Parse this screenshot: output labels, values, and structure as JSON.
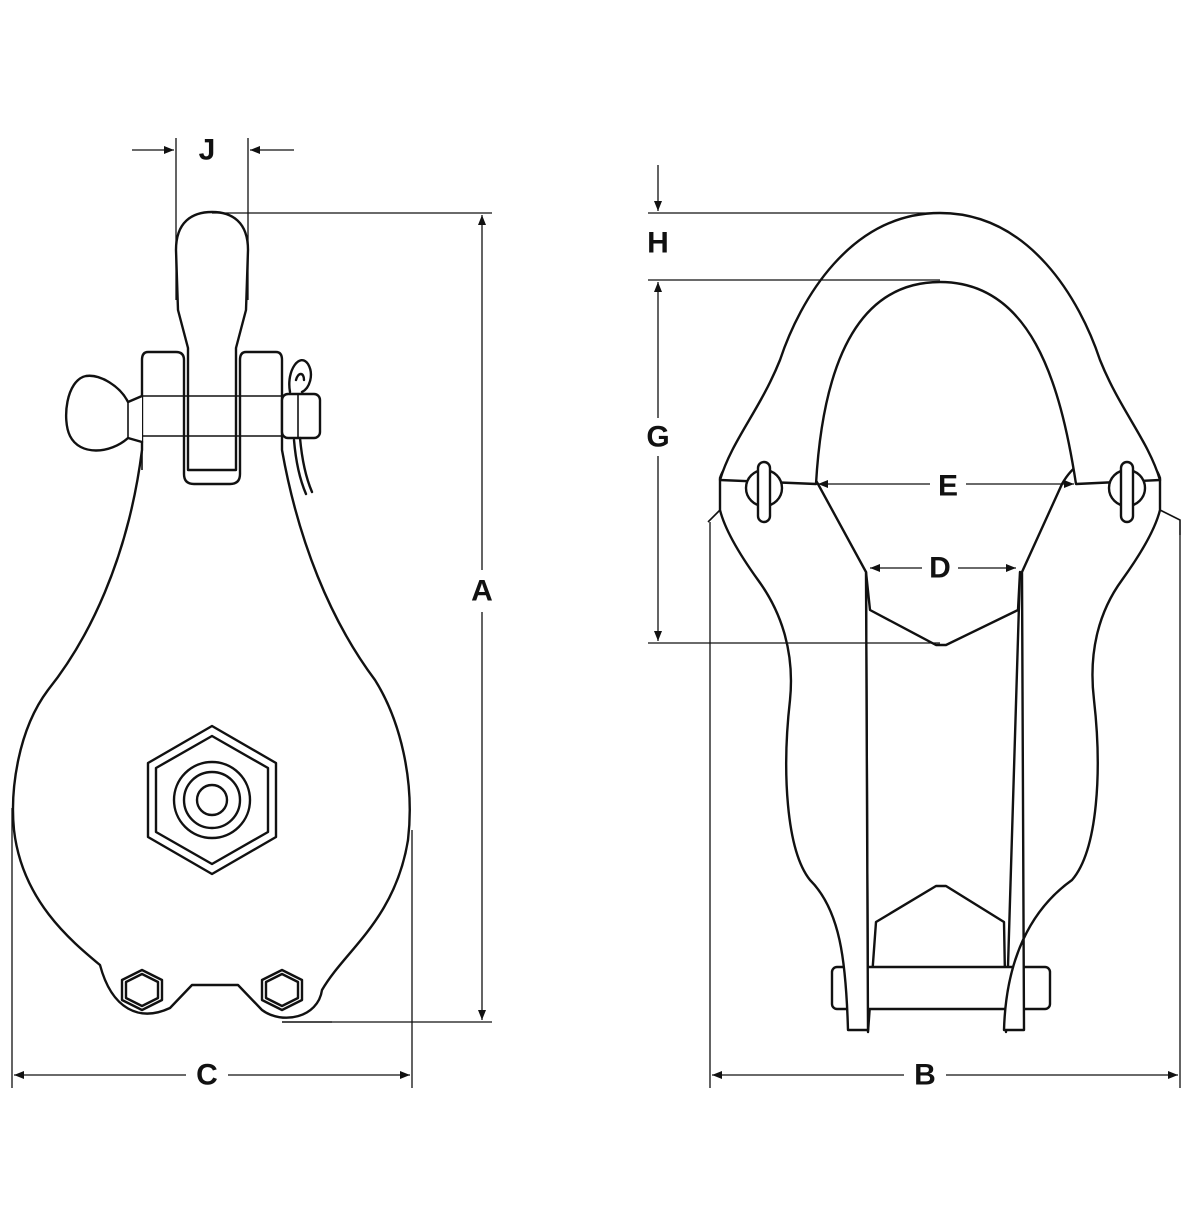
{
  "labels": {
    "a": "A",
    "b": "B",
    "c": "C",
    "d": "D",
    "e": "E",
    "g": "G",
    "h": "H",
    "j": "J"
  },
  "colors": {
    "line": "#111111",
    "background": "#ffffff"
  }
}
